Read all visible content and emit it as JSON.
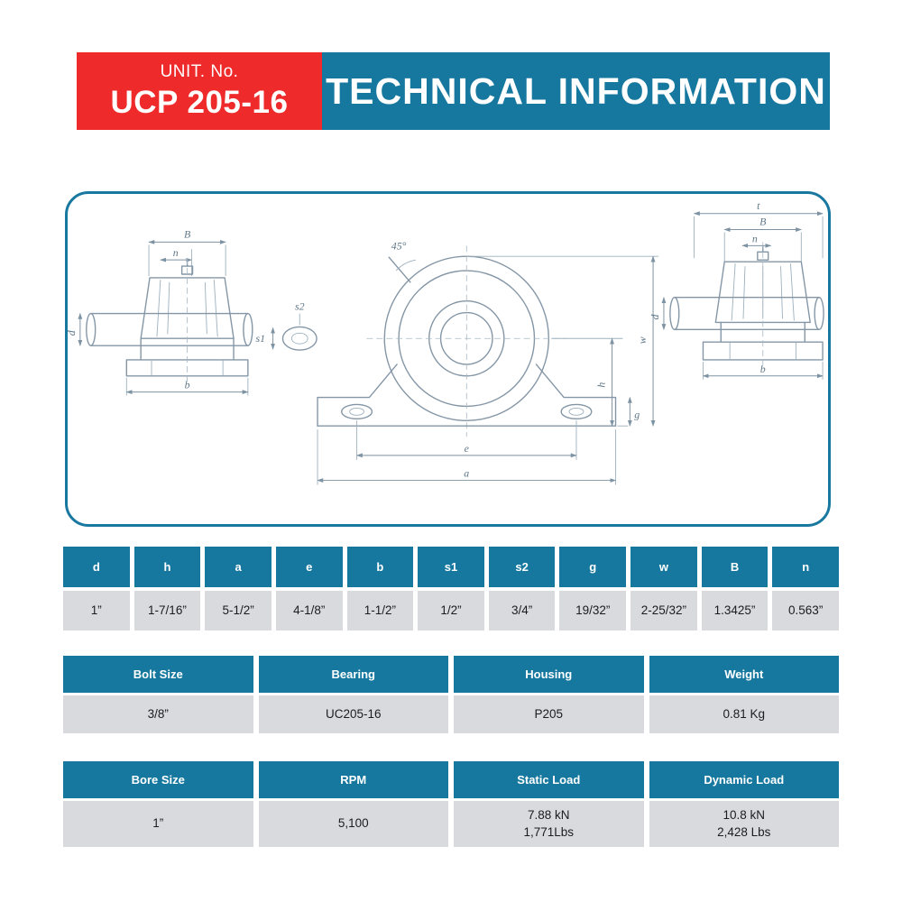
{
  "header": {
    "unit_label": "UNIT. No.",
    "unit_number": "UCP 205-16",
    "title": "TECHNICAL INFORMATION"
  },
  "colors": {
    "accent_red": "#ee2a2a",
    "accent_teal": "#17789f",
    "table_row_gray": "#d8dade",
    "drawing_line": "#8496a6"
  },
  "diagram": {
    "description": "pillow-block-bearing-three-view-technical-drawing",
    "labels": {
      "B": "B",
      "n": "n",
      "d": "d",
      "b": "b",
      "t": "t",
      "e": "e",
      "a": "a",
      "h": "h",
      "g": "g",
      "w": "w",
      "s1": "s1",
      "s2": "s2",
      "angle": "45°"
    }
  },
  "tables": {
    "dimensions": {
      "headers": [
        "d",
        "h",
        "a",
        "e",
        "b",
        "s1",
        "s2",
        "g",
        "w",
        "B",
        "n"
      ],
      "values": [
        "1”",
        "1-7/16”",
        "5-1/2”",
        "4-1/8”",
        "1-1/2”",
        "1/2”",
        "3/4”",
        "19/32”",
        "2-25/32”",
        "1.3425”",
        "0.563”"
      ]
    },
    "specs": {
      "headers": [
        "Bolt Size",
        "Bearing",
        "Housing",
        "Weight"
      ],
      "values": [
        "3/8”",
        "UC205-16",
        "P205",
        "0.81 Kg"
      ]
    },
    "performance": {
      "headers": [
        "Bore Size",
        "RPM",
        "Static Load",
        "Dynamic Load"
      ],
      "values": [
        "1”",
        "5,100",
        "7.88 kN\n1,771Lbs",
        "10.8 kN\n2,428 Lbs"
      ]
    }
  }
}
